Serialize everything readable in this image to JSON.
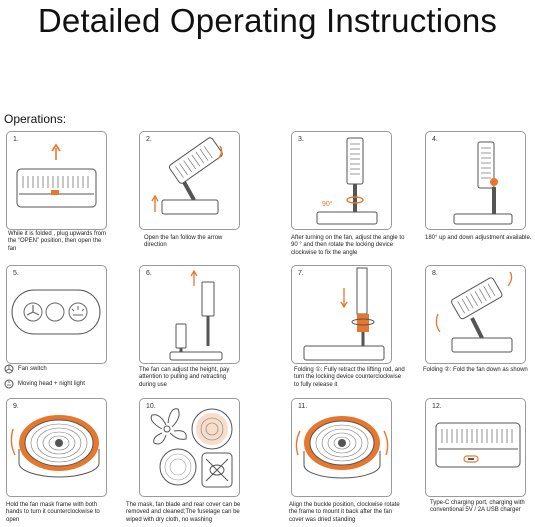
{
  "title": "Detailed Operating Instructions",
  "section_label": "Operations:",
  "steps": [
    {
      "num": "1.",
      "caption": "While it is folded , plug upwards from the “OPEN” position, then open the fan"
    },
    {
      "num": "2.",
      "caption": "Open the fan follow the arrow direction"
    },
    {
      "num": "3.",
      "caption": "After turning on the fan, adjust the angle to 90 ° and then rotate the locking device clockwise to fix the angle",
      "angle_label": "90°"
    },
    {
      "num": "4.",
      "caption": "180° up and down adjustment available."
    },
    {
      "num": "5.",
      "legend": [
        {
          "icon": "fan-icon",
          "label": "Fan switch"
        },
        {
          "icon": "moving-head-icon",
          "label": "Moving head + night light"
        }
      ]
    },
    {
      "num": "6.",
      "caption": "The fan can adjust the height, pay attention to pulling and retracting during use"
    },
    {
      "num": "7.",
      "caption": "Folding ①: Fully retract the lifting rod, and turn the locking device counterclockwise to fully release it"
    },
    {
      "num": "8.",
      "caption": "Folding ②: Fold the fan down as shown"
    },
    {
      "num": "9.",
      "caption": "Hold the fan mask frame with both hands to turn it counterclockwise to open"
    },
    {
      "num": "10.",
      "caption": "The mask, fan blade and rear cover can be removed and cleaned;The fuselage can be wiped with dry cloth, no washing"
    },
    {
      "num": "11.",
      "caption": "Align the buckle position, clockwise rotate the frame to mount it back after the fan cover was dried standing"
    },
    {
      "num": "12.",
      "caption": "Type-C charging port, charging with conventional 5V / 2A USB charger"
    }
  ],
  "colors": {
    "accent": "#e8772e",
    "line": "#555555",
    "border": "#9a9a9a"
  }
}
